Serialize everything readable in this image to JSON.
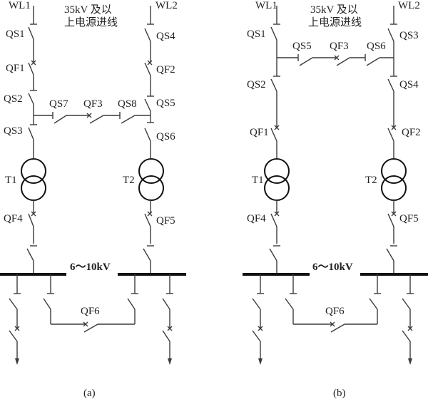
{
  "diagram": {
    "type": "electrical single-line diagram",
    "panels": [
      {
        "id": "a",
        "caption": "(a)",
        "title_line1": "35kV  及以",
        "title_line2": "上电源进线",
        "bus_label": "6～10kV",
        "labels": {
          "wl_left": "WL1",
          "wl_right": "WL2",
          "qs1": "QS1",
          "qf1": "QF1",
          "qs2": "QS2",
          "qs3": "QS3",
          "qs4": "QS4",
          "qf2": "QF2",
          "qs5": "QS5",
          "qs6": "QS6",
          "qs7": "QS7",
          "qf3": "QF3",
          "qs8": "QS8",
          "t1": "T1",
          "t2": "T2",
          "qf4": "QF4",
          "qf5": "QF5",
          "qf6": "QF6"
        }
      },
      {
        "id": "b",
        "caption": "(b)",
        "title_line1": "35kV 及以",
        "title_line2": "上电源进线",
        "bus_label": "6～10kV",
        "labels": {
          "wl_left": "WL1",
          "wl_right": "WL2",
          "qs1": "QS1",
          "qs3": "QS3",
          "qs5": "QS5",
          "qf3": "QF3",
          "qs6": "QS6",
          "qs2": "QS2",
          "qs4": "QS4",
          "qf1": "QF1",
          "qf2": "QF2",
          "t1": "T1",
          "t2": "T2",
          "qf4": "QF4",
          "qf5": "QF5",
          "qf6": "QF6"
        }
      }
    ]
  }
}
